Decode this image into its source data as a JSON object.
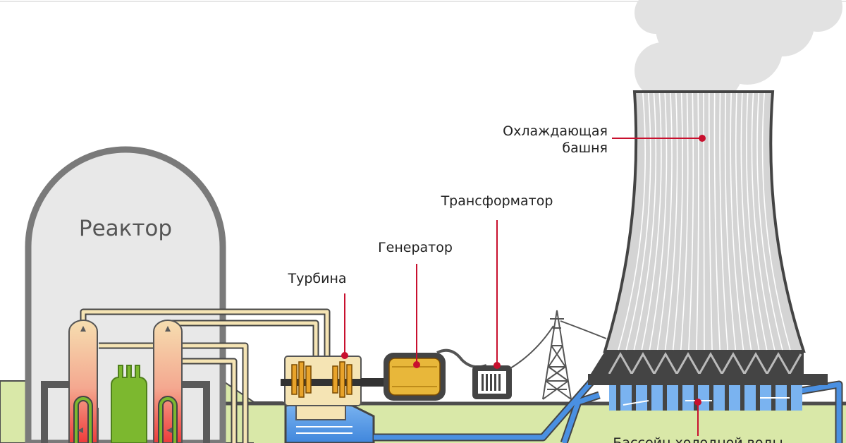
{
  "labels": {
    "reactor": "Реактор",
    "turbine": "Турбина",
    "generator": "Генератор",
    "transformer": "Трансформатор",
    "cooling_tower_line1": "Охлаждающая",
    "cooling_tower_line2": "башня",
    "cold_water_basin": "Бассейн холодной воды"
  },
  "colors": {
    "callout": "#c8102e",
    "ground": "#d9e8a8",
    "reactor_building": "#e8e8e8",
    "steam_pipe": "#f5e4b4",
    "primary_loop_green": "#7cb82f",
    "cooling_water": "#4a90e2",
    "generator": "#e8b73a",
    "tower": "#d4d4d4"
  },
  "icons": [
    "cloud-icon",
    "pylon-icon",
    "arrow-icon"
  ]
}
